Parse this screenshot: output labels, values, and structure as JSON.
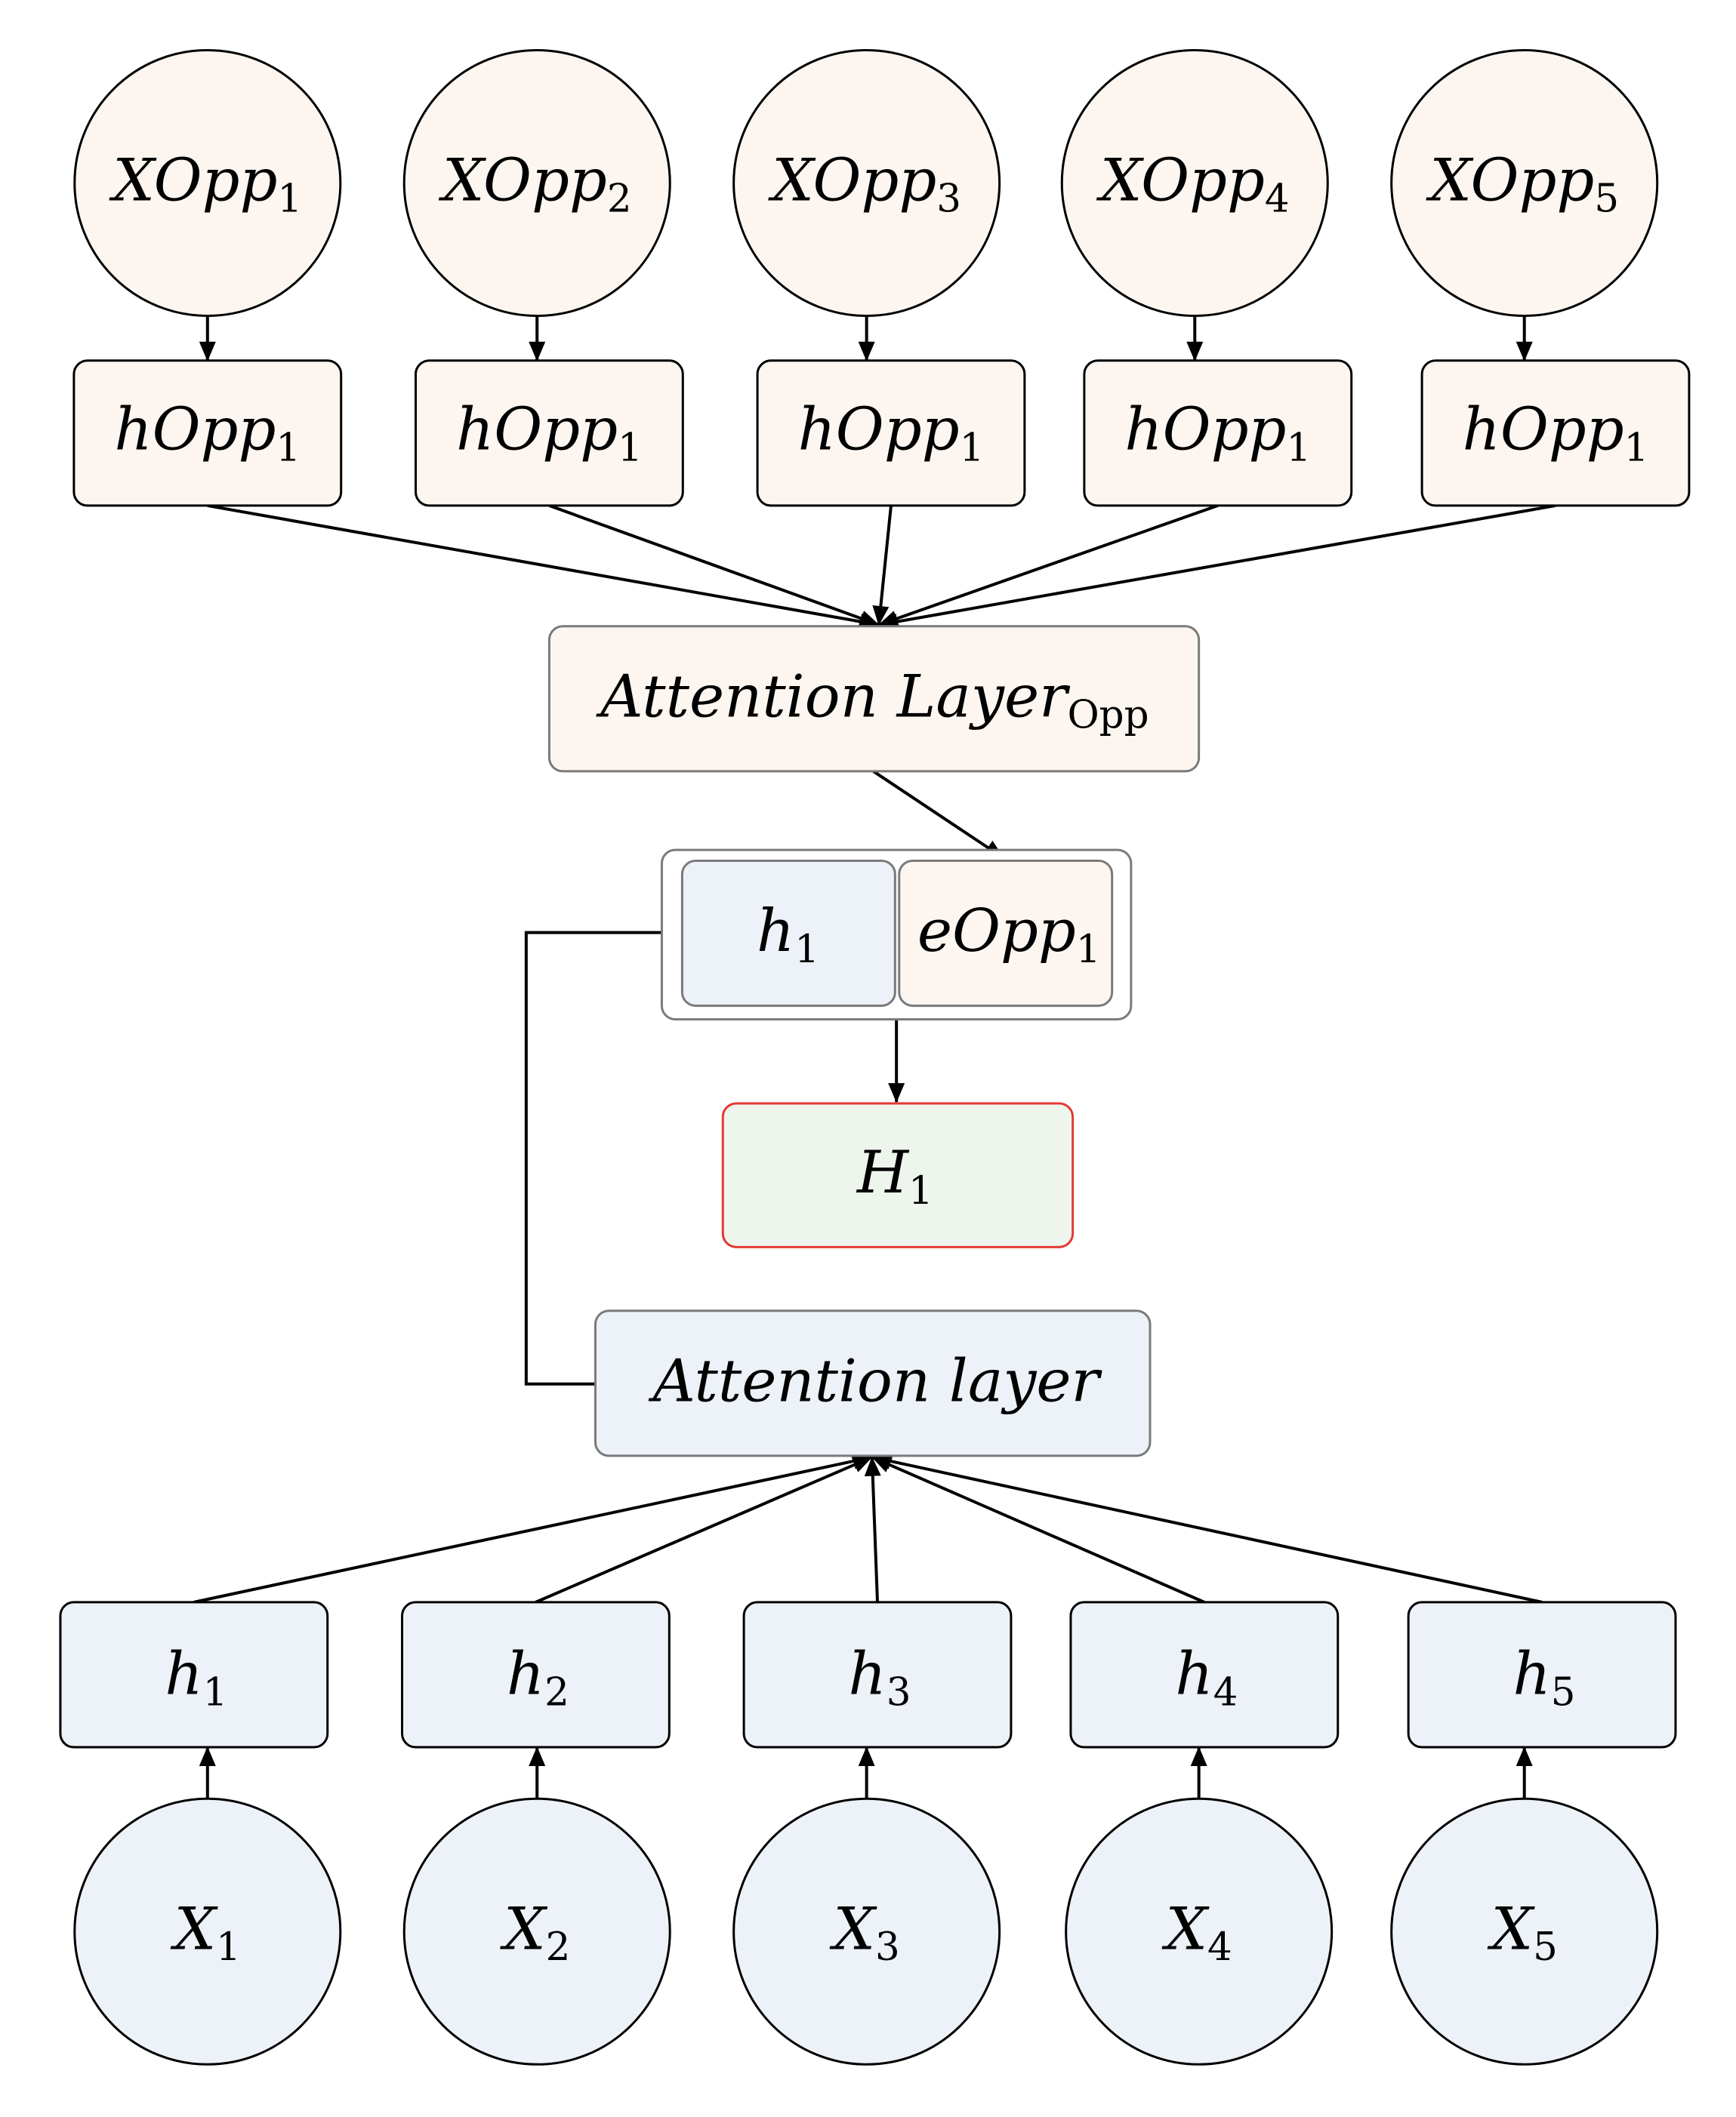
{
  "colors": {
    "opp_fill": "#fdf6f0",
    "main_fill": "#edf1f8",
    "output_fill": "#eef5ec",
    "output_border": "#e53935",
    "stroke_dark": "#000000",
    "stroke_gray": "#7a7a7a"
  },
  "opp_inputs": [
    {
      "base": "XOpp",
      "sub": "1"
    },
    {
      "base": "XOpp",
      "sub": "2"
    },
    {
      "base": "XOpp",
      "sub": "3"
    },
    {
      "base": "XOpp",
      "sub": "4"
    },
    {
      "base": "XOpp",
      "sub": "5"
    }
  ],
  "opp_hidden": [
    {
      "base": "hOpp",
      "sub": "1"
    },
    {
      "base": "hOpp",
      "sub": "1"
    },
    {
      "base": "hOpp",
      "sub": "1"
    },
    {
      "base": "hOpp",
      "sub": "1"
    },
    {
      "base": "hOpp",
      "sub": "1"
    }
  ],
  "opp_attention": {
    "base": "Attention Layer",
    "sub": "Opp"
  },
  "concat": {
    "left": {
      "base": "h",
      "sub": "1"
    },
    "right": {
      "base": "eOpp",
      "sub": "1"
    }
  },
  "output": {
    "base": "H",
    "sub": "1"
  },
  "main_attention": {
    "base": "Attention layer",
    "sub": ""
  },
  "main_hidden": [
    {
      "base": "h",
      "sub": "1"
    },
    {
      "base": "h",
      "sub": "2"
    },
    {
      "base": "h",
      "sub": "3"
    },
    {
      "base": "h",
      "sub": "4"
    },
    {
      "base": "h",
      "sub": "5"
    }
  ],
  "main_inputs": [
    {
      "base": "X",
      "sub": "1"
    },
    {
      "base": "X",
      "sub": "2"
    },
    {
      "base": "X",
      "sub": "3"
    },
    {
      "base": "X",
      "sub": "4"
    },
    {
      "base": "X",
      "sub": "5"
    }
  ]
}
